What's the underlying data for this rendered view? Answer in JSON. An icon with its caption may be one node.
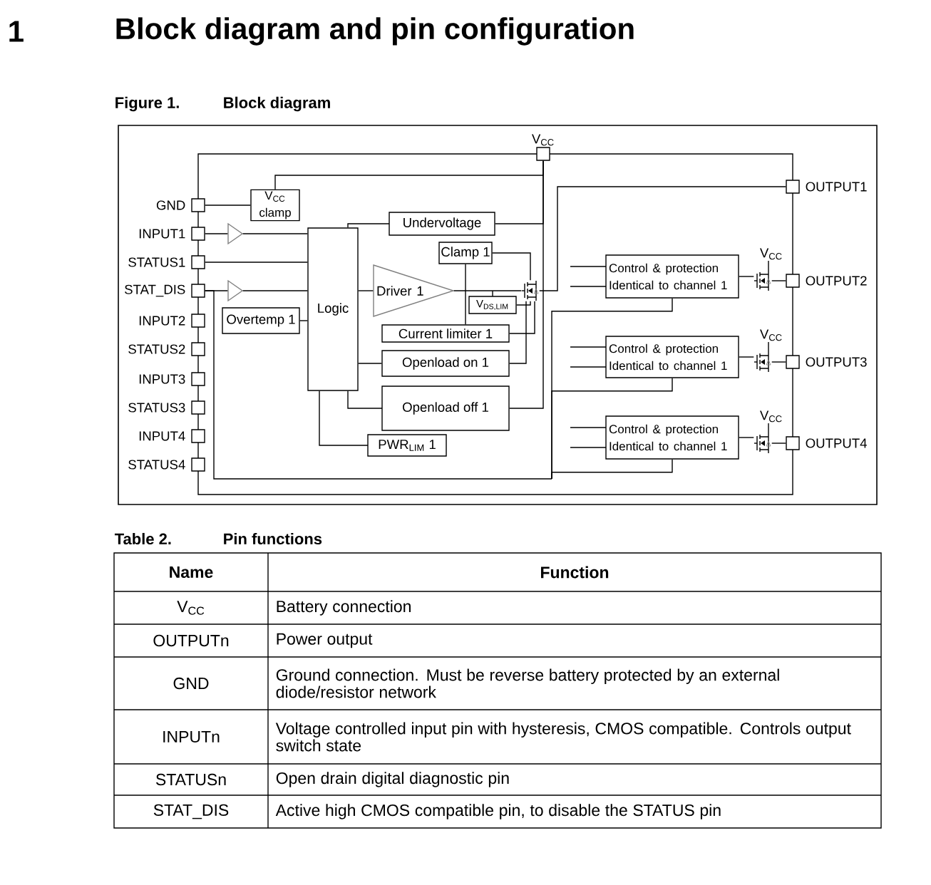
{
  "diagram": {
    "title": "Block diagram and pin configuration",
    "nodes": [
      {
        "text": [],
        "shape": "box",
        "beside": [
          "GND"
        ]
      },
      {
        "text": [],
        "shape": "box",
        "beside": [
          "INPUT1"
        ]
      },
      {
        "text": [],
        "shape": "box",
        "beside": [
          "STATUS1"
        ]
      },
      {
        "text": [],
        "shape": "box",
        "beside": [
          "STAT_DIS"
        ]
      },
      {
        "text": [],
        "shape": "box",
        "beside": [
          "INPUT2"
        ]
      },
      {
        "text": [],
        "shape": "box",
        "beside": [
          "STATUS2"
        ]
      },
      {
        "text": [],
        "shape": "box",
        "beside": [
          "INPUT3"
        ]
      },
      {
        "text": [],
        "shape": "box",
        "beside": [
          "STATUS3"
        ]
      },
      {
        "text": [],
        "shape": "box",
        "beside": [
          "INPUT4"
        ]
      },
      {
        "text": [],
        "shape": "box",
        "beside": [
          "STATUS4"
        ]
      },
      {
        "text": [],
        "shape": "box",
        "beside": [
          "V$_{CC}$"
        ]
      },
      {
        "text": [],
        "shape": "box",
        "beside": [
          "OUTPUT1"
        ]
      },
      {
        "text": [],
        "shape": "box",
        "beside": [
          "OUTPUT2"
        ]
      },
      {
        "text": [],
        "shape": "box",
        "beside": [
          "OUTPUT3"
        ]
      },
      {
        "text": [],
        "shape": "box",
        "beside": [
          "OUTPUT4"
        ]
      },
      {
        "text": [
          "V$_{CC}$ clamp"
        ]
      },
      {
        "text": [],
        "shape": "triangle"
      },
      {
        "text": [],
        "shape": "triangle"
      },
      {
        "text": [
          "Logic"
        ]
      },
      {
        "text": [
          "Undervoltage"
        ]
      },
      {
        "text": [
          "Clamp 1"
        ]
      },
      {
        "text": [
          "Driver 1"
        ]
      },
      {
        "text": [
          "V$_{DS,LIM}$"
        ]
      },
      {
        "text": [
          "Overtemp 1"
        ]
      },
      {
        "text": [
          "Current limiter 1"
        ]
      },
      {
        "text": [
          "Openload on 1"
        ]
      },
      {
        "text": [
          "Openload off 1"
        ]
      },
      {
        "text": [
          "PWR$_{LIM}$ 1"
        ]
      },
      {
        "text": [],
        "shape": "transistor"
      },
      {
        "text": [
          "Control & protection Identical to channel 1"
        ]
      },
      {
        "text": [],
        "shape": "transistor",
        "beside": [
          "V$_{CC}$"
        ]
      },
      {
        "text": [
          "Control & protection Identical to channel 1"
        ]
      },
      {
        "text": [],
        "shape": "transistor",
        "beside": [
          "V$_{CC}$"
        ]
      },
      {
        "text": [
          "Control & protection Identical to channel 1"
        ]
      },
      {
        "text": [],
        "shape": "transistor",
        "beside": [
          "V$_{CC}$"
        ]
      }
    ],
    "edges": [
      {
        "from": 0,
        "to": 15,
        "arrow": "none"
      },
      {
        "from": 15,
        "to": 10,
        "arrow": "none"
      },
      {
        "from": 1,
        "to": 16,
        "arrow": "none"
      },
      {
        "from": 16,
        "to": 18,
        "arrow": "none"
      },
      {
        "from": 2,
        "to": 18,
        "arrow": "none"
      },
      {
        "from": 3,
        "to": 17,
        "arrow": "none"
      },
      {
        "from": 17,
        "to": 18,
        "arrow": "none"
      },
      {
        "from": 23,
        "to": 18,
        "arrow": "none"
      },
      {
        "from": 18,
        "to": 19,
        "arrow": "none"
      },
      {
        "from": 18,
        "to": 21,
        "arrow": "none"
      },
      {
        "from": 21,
        "to": 28,
        "arrow": "none"
      },
      {
        "from": 20,
        "to": 28,
        "arrow": "none"
      },
      {
        "from": 20,
        "to": 24,
        "arrow": "none"
      },
      {
        "from": 22,
        "to": 28,
        "arrow": "none"
      },
      {
        "from": 24,
        "to": 28,
        "arrow": "none"
      },
      {
        "from": 25,
        "to": 28,
        "arrow": "none"
      },
      {
        "from": 19,
        "to": 10,
        "arrow": "none"
      },
      {
        "from": 26,
        "to": 10,
        "arrow": "none"
      },
      {
        "from": 28,
        "to": 11,
        "arrow": "none"
      },
      {
        "from": 3,
        "to": 29,
        "arrow": "none"
      },
      {
        "from": 3,
        "to": 31,
        "arrow": "none"
      },
      {
        "from": 3,
        "to": 33,
        "arrow": "none"
      },
      {
        "from": 29,
        "to": 30,
        "arrow": "none"
      },
      {
        "from": 30,
        "to": 12,
        "arrow": "none"
      },
      {
        "from": 31,
        "to": 32,
        "arrow": "none"
      },
      {
        "from": 32,
        "to": 13,
        "arrow": "none"
      },
      {
        "from": 33,
        "to": 34,
        "arrow": "none"
      },
      {
        "from": 34,
        "to": 14,
        "arrow": "none"
      },
      {
        "from": 18,
        "to": 25,
        "arrow": "none"
      },
      {
        "from": 18,
        "to": 26,
        "arrow": "none"
      },
      {
        "from": 18,
        "to": 27,
        "arrow": "none"
      }
    ],
    "labels": [
      "1",
      "Figure 1.",
      "Block diagram",
      "Table 2.",
      "Pin functions",
      "Name",
      "Function",
      "V$_{CC}$",
      "Battery connection",
      "OUTPUTn",
      "Power output",
      "GND",
      "Ground connection. Must be reverse battery protected by an external diode/resistor network",
      "INPUTn",
      "Voltage controlled input pin with hysteresis, CMOS compatible. Controls output switch state",
      "STATUSn",
      "Open drain digital diagnostic pin",
      "STAT_DIS",
      "Active high CMOS compatible pin, to disable the STATUS pin"
    ]
  }
}
